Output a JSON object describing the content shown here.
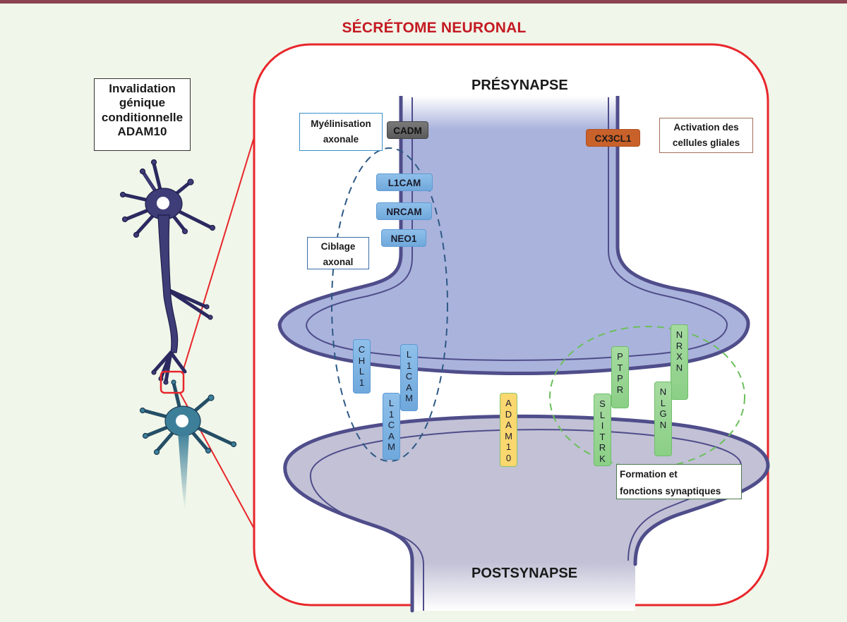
{
  "title": "SÉCRÉTOME NEURONAL",
  "labels": {
    "invalidation": [
      "Invalidation",
      "génique",
      "conditionnelle",
      "ADAM10"
    ],
    "myelinisation": [
      "Myélinisation",
      "axonale"
    ],
    "ciblage": [
      "Ciblage",
      "axonal"
    ],
    "activation": [
      "Activation des",
      "cellules gliales"
    ],
    "formation": [
      "Formation et",
      "fonctions synaptiques"
    ]
  },
  "regions": {
    "presynapse": "PRÉSYNAPSE",
    "postsynapse": "POSTSYNAPSE"
  },
  "proteins": {
    "cadm": "CADM",
    "cx3cl1": "CX3CL1",
    "l1cam_top": "L1CAM",
    "nrcam": "NRCAM",
    "neo1": "NEO1",
    "chl1": [
      "C",
      "H",
      "L",
      "1"
    ],
    "l1cam_pre": [
      "L",
      "1",
      "C",
      "A",
      "M"
    ],
    "l1cam_post": [
      "L",
      "1",
      "C",
      "A",
      "M"
    ],
    "adam10": [
      "A",
      "D",
      "A",
      "M",
      "1",
      "0"
    ],
    "ptpr": [
      "P",
      "T",
      "P",
      "R"
    ],
    "slitrk": [
      "S",
      "L",
      "I",
      "T",
      "R",
      "K"
    ],
    "nrxn": [
      "N",
      "R",
      "X",
      "N"
    ],
    "nlgn": [
      "N",
      "L",
      "G",
      "N"
    ]
  },
  "colors": {
    "title_red": "#c41a23",
    "frame_red": "#e8262b",
    "membrane": "#4f4d8a",
    "presynapse_fill": "#aab3dc",
    "postsynapse_fill": "#c2c1d6",
    "neuron_top": "#3f3d78",
    "neuron_bottom": "#3d7f99"
  }
}
